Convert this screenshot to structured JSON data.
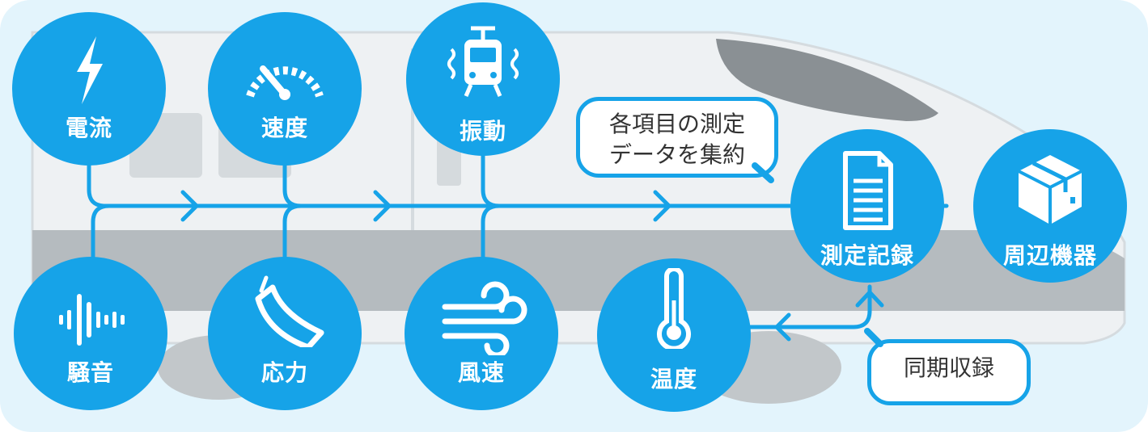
{
  "nodes": {
    "current": "電流",
    "speed": "速度",
    "vibration": "振動",
    "noise": "騒音",
    "stress": "応力",
    "wind_speed": "風速",
    "temperature": "温度",
    "record": "測定記録",
    "peripheral": "周辺機器"
  },
  "callouts": {
    "aggregate_line1": "各項目の測定",
    "aggregate_line2": "データを集約",
    "sync": "同期収録"
  },
  "colors": {
    "accent": "#16a3e8",
    "panel": "#e3f4fc",
    "train_body": "#e8ecef",
    "train_stripe": "#b8bec2"
  },
  "icons": [
    "lightning-icon",
    "speedometer-icon",
    "tram-vibration-icon",
    "sound-wave-icon",
    "strain-gauge-icon",
    "wind-icon",
    "thermometer-icon",
    "document-icon",
    "package-box-icon"
  ]
}
